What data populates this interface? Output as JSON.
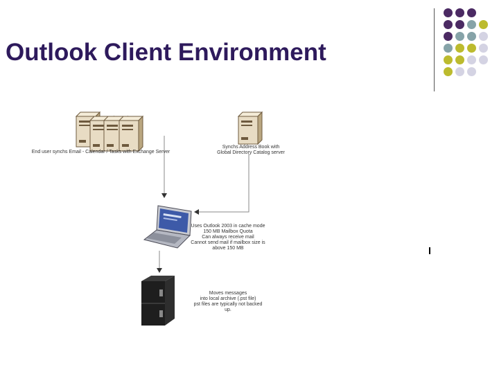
{
  "slide": {
    "title": "Outlook Client Environment"
  },
  "decoration": {
    "dot_grid_colors": {
      "purple": "#4b2a63",
      "teal": "#86a3a8",
      "olive": "#bcbb2e",
      "lavender": "#d4d3e3"
    },
    "dot_grid_rows": [
      [
        "purple",
        "purple",
        "purple"
      ],
      [
        "purple",
        "purple",
        "teal",
        "olive"
      ],
      [
        "purple",
        "teal",
        "teal",
        "lavender"
      ],
      [
        "teal",
        "olive",
        "olive",
        "lavender"
      ],
      [
        "olive",
        "olive",
        "lavender",
        "lavender"
      ],
      [
        "olive",
        "lavender",
        "lavender"
      ]
    ]
  },
  "diagram": {
    "nodes": {
      "exchange_servers": {
        "icon": "server-cluster-icon",
        "label": "End user synchs Email - Calendar / Tasks with Exchange Server"
      },
      "gal_server": {
        "icon": "server-icon",
        "label_lines": [
          "Synchs Address Book with",
          "Global Directory Catalog server"
        ]
      },
      "laptop": {
        "icon": "laptop-icon",
        "label_lines": [
          "Uses Outlook 2003 in cache mode",
          "150 MB Mailbox Quota",
          "Can always receive mail",
          "Cannot send mail if mailbox size is",
          "above 150 MB"
        ]
      },
      "file_cabinet": {
        "icon": "file-cabinet-icon",
        "label_lines": [
          "Moves messages",
          "into local archive (.pst file)",
          "pst files are typically not backed",
          "up."
        ]
      }
    },
    "colors": {
      "server_body": "#e8dcc4",
      "server_dark": "#6e5a3e",
      "connector": "#8a8a8a",
      "arrow": "#333333",
      "laptop_body": "#c9cbd2",
      "laptop_screen": "#3d5aa8",
      "cabinet": "#1e1e1e"
    }
  }
}
